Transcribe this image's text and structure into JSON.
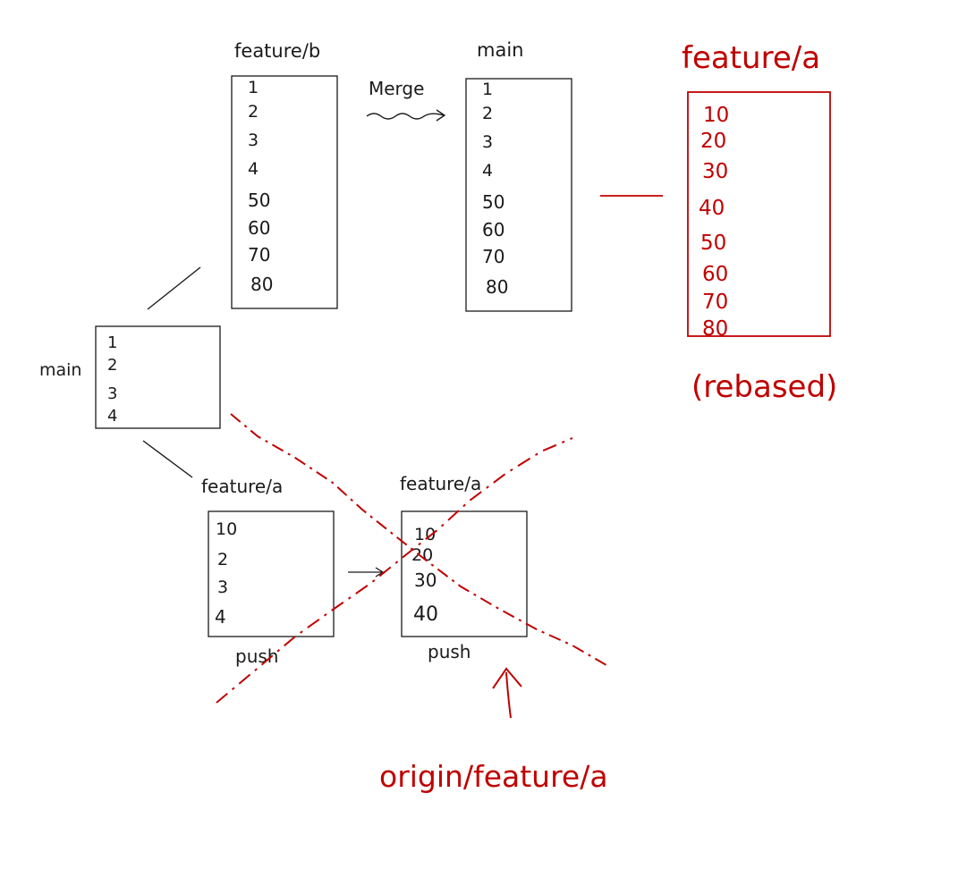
{
  "colors": {
    "ink": "#1a1a1a",
    "annotation": "#c00000"
  },
  "boxes": {
    "main_base": {
      "label": "main",
      "lines": [
        "1",
        "2",
        "3",
        "4"
      ]
    },
    "feature_b": {
      "label": "feature/b",
      "lines": [
        "1",
        "2",
        "3",
        "4",
        "50",
        "60",
        "70",
        "80"
      ]
    },
    "main_merged": {
      "label": "main",
      "lines": [
        "1",
        "2",
        "3",
        "4",
        "50",
        "60",
        "70",
        "80"
      ]
    },
    "feature_a_first": {
      "label": "feature/a",
      "lines": [
        "10",
        "2",
        "3",
        "4"
      ],
      "caption": "push"
    },
    "feature_a_second": {
      "label": "feature/a",
      "lines": [
        "10",
        "20",
        "30",
        "40"
      ],
      "caption": "push"
    },
    "feature_a_rebased": {
      "label": "feature/a",
      "lines": [
        "10",
        "20",
        "30",
        "40",
        "50",
        "60",
        "70",
        "80"
      ],
      "caption": "(rebased)"
    }
  },
  "annotations": {
    "merge": "Merge",
    "origin": "origin/feature/a"
  }
}
